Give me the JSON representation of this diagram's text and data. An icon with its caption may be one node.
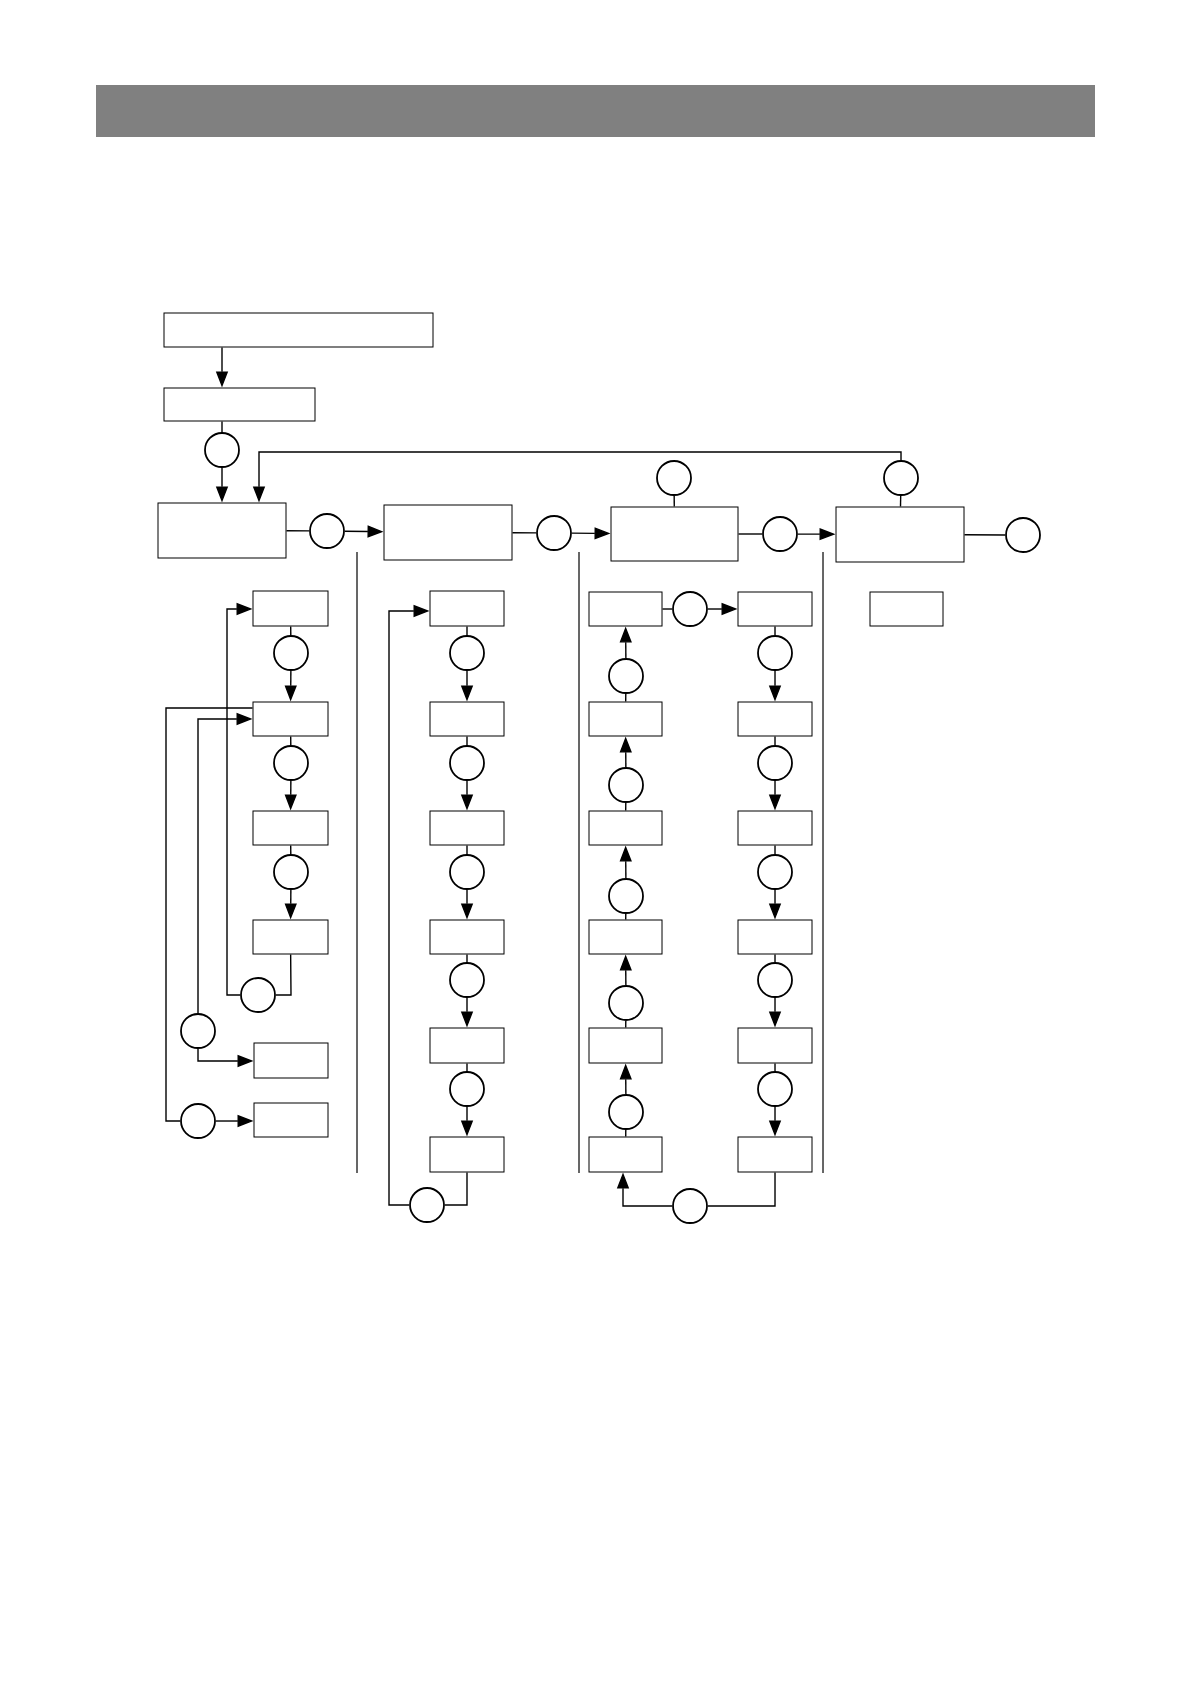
{
  "diagram": {
    "nodes": [
      {
        "text": [],
        "shape": "box"
      },
      {
        "text": [],
        "shape": "box"
      },
      {
        "text": [],
        "shape": "circle"
      },
      {
        "text": [],
        "shape": "circle"
      },
      {
        "text": [],
        "shape": "circle"
      },
      {
        "text": [],
        "shape": "box"
      },
      {
        "text": [],
        "shape": "circle"
      },
      {
        "text": [],
        "shape": "box"
      },
      {
        "text": [],
        "shape": "circle"
      },
      {
        "text": [],
        "shape": "box"
      },
      {
        "text": [],
        "shape": "circle"
      },
      {
        "text": [],
        "shape": "box"
      },
      {
        "text": [],
        "shape": "circle"
      },
      {
        "text": [],
        "shape": "box"
      },
      {
        "text": [],
        "shape": "circle"
      },
      {
        "text": [],
        "shape": "box"
      },
      {
        "text": [],
        "shape": "circle"
      },
      {
        "text": [],
        "shape": "box"
      },
      {
        "text": [],
        "shape": "circle"
      },
      {
        "text": [],
        "shape": "box"
      },
      {
        "text": [],
        "shape": "circle"
      },
      {
        "text": [],
        "shape": "circle"
      },
      {
        "text": [],
        "shape": "box"
      },
      {
        "text": [],
        "shape": "circle"
      },
      {
        "text": [],
        "shape": "box"
      },
      {
        "text": [],
        "shape": "box"
      },
      {
        "text": [],
        "shape": "circle"
      },
      {
        "text": [],
        "shape": "box"
      },
      {
        "text": [],
        "shape": "circle"
      },
      {
        "text": [],
        "shape": "box"
      },
      {
        "text": [],
        "shape": "circle"
      },
      {
        "text": [],
        "shape": "box"
      },
      {
        "text": [],
        "shape": "circle"
      },
      {
        "text": [],
        "shape": "box"
      },
      {
        "text": [],
        "shape": "circle"
      },
      {
        "text": [],
        "shape": "box"
      },
      {
        "text": [],
        "shape": "circle"
      },
      {
        "text": [],
        "shape": "box"
      },
      {
        "text": [],
        "shape": "circle"
      },
      {
        "text": [],
        "shape": "box"
      },
      {
        "text": [],
        "shape": "box"
      },
      {
        "text": [],
        "shape": "circle"
      },
      {
        "text": [],
        "shape": "box"
      },
      {
        "text": [],
        "shape": "circle"
      },
      {
        "text": [],
        "shape": "box"
      },
      {
        "text": [],
        "shape": "circle"
      },
      {
        "text": [],
        "shape": "box"
      },
      {
        "text": [],
        "shape": "circle"
      },
      {
        "text": [],
        "shape": "box"
      },
      {
        "text": [],
        "shape": "circle"
      },
      {
        "text": [],
        "shape": "box"
      },
      {
        "text": [],
        "shape": "circle"
      },
      {
        "text": [],
        "shape": "box"
      },
      {
        "text": [],
        "shape": "circle"
      },
      {
        "text": [],
        "shape": "box"
      },
      {
        "text": [],
        "shape": "circle"
      },
      {
        "text": [],
        "shape": "box"
      },
      {
        "text": [],
        "shape": "circle"
      },
      {
        "text": [],
        "shape": "box"
      },
      {
        "text": [],
        "shape": "circle"
      },
      {
        "text": [],
        "shape": "box"
      },
      {
        "text": [],
        "shape": "circle"
      }
    ],
    "edges": [
      {
        "from": 0,
        "to": 1,
        "arrow": "to"
      },
      {
        "from": 1,
        "to": 2,
        "arrow": "none"
      },
      {
        "from": 2,
        "to": 5,
        "arrow": "to"
      },
      {
        "from": 5,
        "to": 6,
        "arrow": "none"
      },
      {
        "from": 6,
        "to": 7,
        "arrow": "to"
      },
      {
        "from": 7,
        "to": 8,
        "arrow": "none"
      },
      {
        "from": 8,
        "to": 9,
        "arrow": "to"
      },
      {
        "from": 9,
        "to": 3,
        "arrow": "none"
      },
      {
        "from": 9,
        "to": 10,
        "arrow": "none"
      },
      {
        "from": 10,
        "to": 11,
        "arrow": "to"
      },
      {
        "from": 11,
        "to": 4,
        "arrow": "none"
      },
      {
        "from": 4,
        "to": 5,
        "arrow": "to"
      },
      {
        "from": 11,
        "to": 12,
        "arrow": "none"
      },
      {
        "from": 13,
        "to": 14,
        "arrow": "none"
      },
      {
        "from": 14,
        "to": 15,
        "arrow": "to"
      },
      {
        "from": 15,
        "to": 16,
        "arrow": "none"
      },
      {
        "from": 16,
        "to": 17,
        "arrow": "to"
      },
      {
        "from": 17,
        "to": 18,
        "arrow": "none"
      },
      {
        "from": 18,
        "to": 19,
        "arrow": "to"
      },
      {
        "from": 19,
        "to": 20,
        "arrow": "none"
      },
      {
        "from": 20,
        "to": 13,
        "arrow": "to"
      },
      {
        "from": 21,
        "to": 15,
        "arrow": "to"
      },
      {
        "from": 21,
        "to": 22,
        "arrow": "to"
      },
      {
        "from": 23,
        "to": 15,
        "arrow": "none"
      },
      {
        "from": 23,
        "to": 24,
        "arrow": "to"
      },
      {
        "from": 25,
        "to": 26,
        "arrow": "none"
      },
      {
        "from": 26,
        "to": 27,
        "arrow": "to"
      },
      {
        "from": 27,
        "to": 28,
        "arrow": "none"
      },
      {
        "from": 28,
        "to": 29,
        "arrow": "to"
      },
      {
        "from": 29,
        "to": 30,
        "arrow": "none"
      },
      {
        "from": 30,
        "to": 31,
        "arrow": "to"
      },
      {
        "from": 31,
        "to": 32,
        "arrow": "none"
      },
      {
        "from": 32,
        "to": 33,
        "arrow": "to"
      },
      {
        "from": 33,
        "to": 34,
        "arrow": "none"
      },
      {
        "from": 34,
        "to": 35,
        "arrow": "to"
      },
      {
        "from": 35,
        "to": 36,
        "arrow": "none"
      },
      {
        "from": 36,
        "to": 25,
        "arrow": "to"
      },
      {
        "from": 37,
        "to": 38,
        "arrow": "none"
      },
      {
        "from": 38,
        "to": 39,
        "arrow": "to"
      },
      {
        "from": 42,
        "to": 41,
        "arrow": "none"
      },
      {
        "from": 41,
        "to": 37,
        "arrow": "to"
      },
      {
        "from": 44,
        "to": 43,
        "arrow": "none"
      },
      {
        "from": 43,
        "to": 42,
        "arrow": "to"
      },
      {
        "from": 46,
        "to": 45,
        "arrow": "none"
      },
      {
        "from": 45,
        "to": 44,
        "arrow": "to"
      },
      {
        "from": 48,
        "to": 47,
        "arrow": "none"
      },
      {
        "from": 47,
        "to": 46,
        "arrow": "to"
      },
      {
        "from": 50,
        "to": 49,
        "arrow": "none"
      },
      {
        "from": 49,
        "to": 48,
        "arrow": "to"
      },
      {
        "from": 39,
        "to": 51,
        "arrow": "none"
      },
      {
        "from": 51,
        "to": 52,
        "arrow": "to"
      },
      {
        "from": 52,
        "to": 53,
        "arrow": "none"
      },
      {
        "from": 53,
        "to": 54,
        "arrow": "to"
      },
      {
        "from": 54,
        "to": 55,
        "arrow": "none"
      },
      {
        "from": 55,
        "to": 56,
        "arrow": "to"
      },
      {
        "from": 56,
        "to": 57,
        "arrow": "none"
      },
      {
        "from": 57,
        "to": 58,
        "arrow": "to"
      },
      {
        "from": 58,
        "to": 59,
        "arrow": "none"
      },
      {
        "from": 59,
        "to": 60,
        "arrow": "to"
      },
      {
        "from": 60,
        "to": 61,
        "arrow": "none"
      },
      {
        "from": 61,
        "to": 50,
        "arrow": "to"
      }
    ]
  }
}
